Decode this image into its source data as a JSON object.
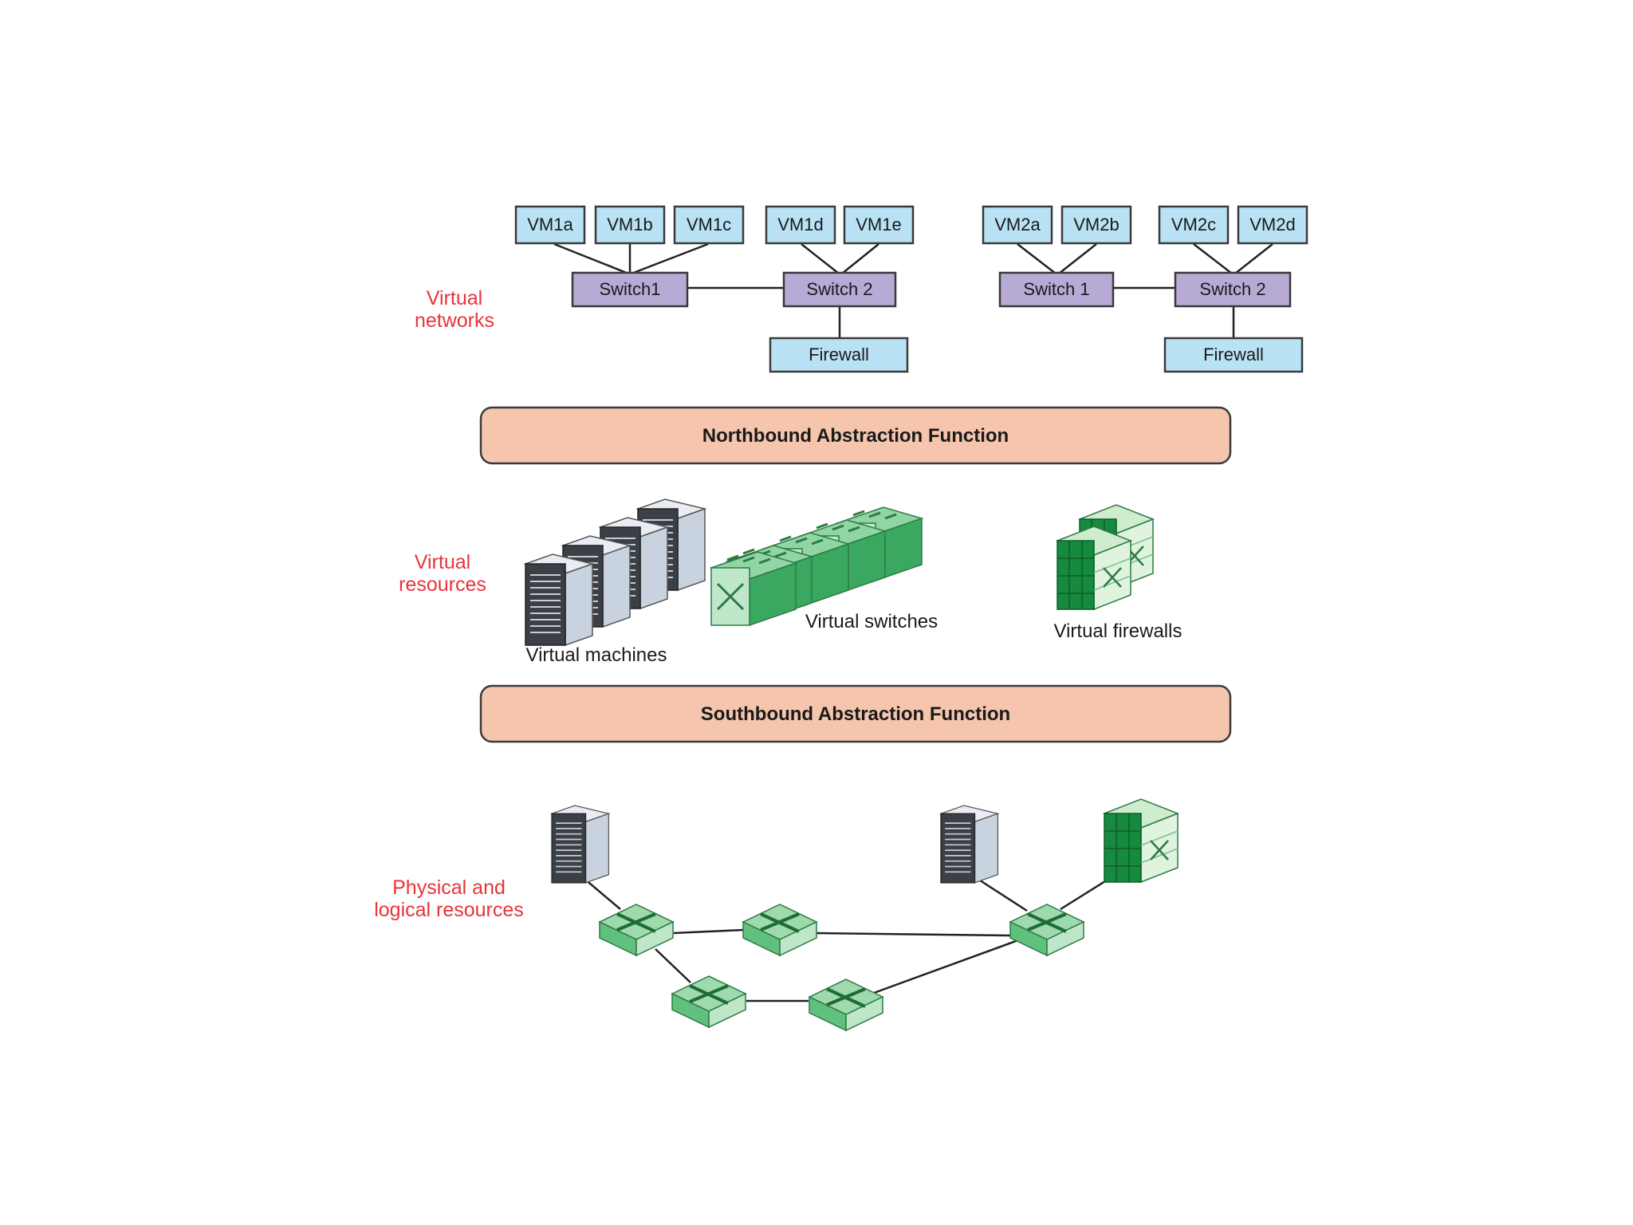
{
  "side_labels": {
    "virtual_networks": [
      "Virtual",
      "networks"
    ],
    "virtual_resources": [
      "Virtual",
      "resources"
    ],
    "physical": [
      "Physical and",
      "logical resources"
    ]
  },
  "network1": {
    "vms": [
      "VM1a",
      "VM1b",
      "VM1c",
      "VM1d",
      "VM1e"
    ],
    "switch_a": "Switch1",
    "switch_b": "Switch 2",
    "firewall": "Firewall"
  },
  "network2": {
    "vms": [
      "VM2a",
      "VM2b",
      "VM2c",
      "VM2d"
    ],
    "switch_a": "Switch 1",
    "switch_b": "Switch 2",
    "firewall": "Firewall"
  },
  "bands": {
    "northbound": "Northbound Abstraction Function",
    "southbound": "Southbound Abstraction Function"
  },
  "resources": {
    "machines": "Virtual machines",
    "switches": "Virtual switches",
    "firewalls": "Virtual firewalls"
  },
  "colors": {
    "vm_fill": "#b9e2f5",
    "switch_fill": "#b7abd6",
    "band_fill": "#f6c5ad",
    "label_red": "#e8343a",
    "device_green": "#3aa860"
  },
  "icons": [
    "server-icon",
    "network-switch-icon",
    "firewall-icon"
  ]
}
